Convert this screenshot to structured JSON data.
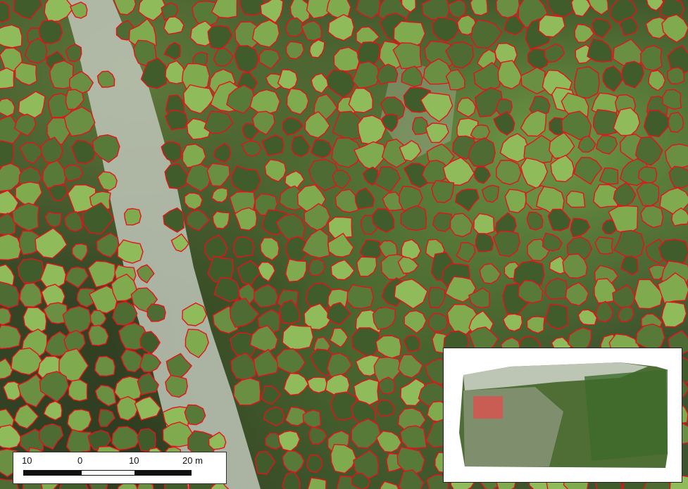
{
  "image": {
    "subject": "aerial-forest-orthophoto",
    "crown_outline_color": "#e8111b",
    "roi_color": "#d93a3a"
  },
  "scale_bar": {
    "labels": [
      "10",
      "0",
      "10",
      "20 m"
    ],
    "segments": [
      "black",
      "white",
      "black"
    ]
  }
}
